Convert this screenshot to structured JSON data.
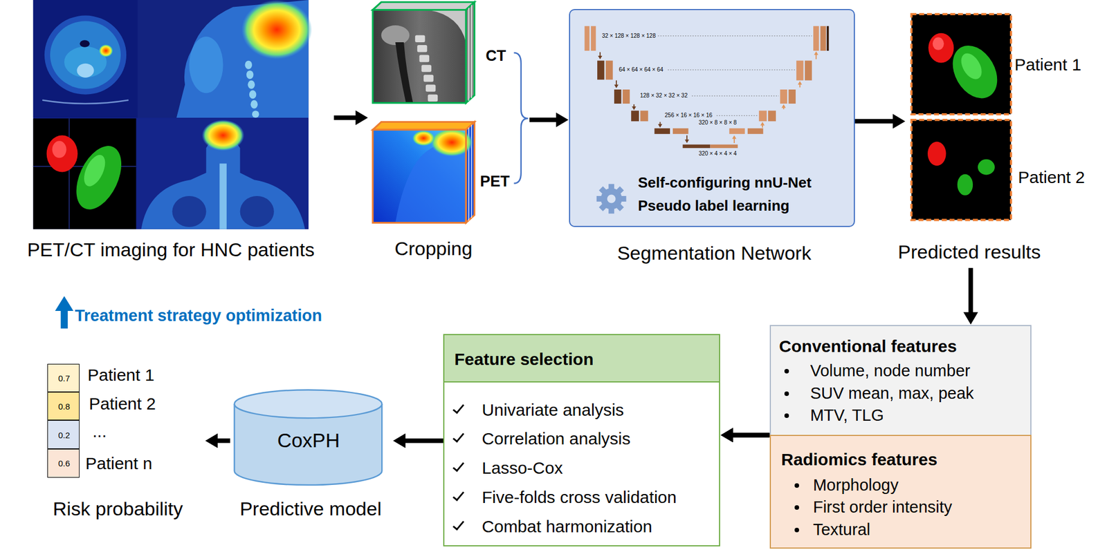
{
  "diagram": {
    "nodes": [
      {
        "text": [
          "PET/CT imaging for HNC patients"
        ]
      },
      {
        "text": [
          "Cropping"
        ]
      },
      {
        "text": [
          "Self-configuring nnU-Net",
          "Pseudo label learning",
          "Segmentation Network"
        ]
      },
      {
        "text": [
          "Predicted results"
        ]
      },
      {
        "text": [
          "Conventional features",
          "Volume, node number",
          "SUV mean, max, peak",
          "MTV, TLG"
        ]
      },
      {
        "text": [
          "Radiomics features",
          "Morphology",
          "First order intensity",
          "Textural"
        ]
      },
      {
        "text": [
          "Feature selection",
          "Univariate analysis",
          "Correlation analysis",
          "Lasso-Cox",
          "Five-folds cross validation",
          "Combat harmonization"
        ]
      },
      {
        "text": [
          "CoxPH",
          "Predictive model"
        ]
      },
      {
        "text": [
          "Risk probability"
        ]
      },
      {
        "text": [
          "0.7"
        ],
        "in": 8
      },
      {
        "text": [
          "0.8"
        ],
        "in": 8
      },
      {
        "text": [
          "0.2"
        ],
        "in": 8
      },
      {
        "text": [
          "0.6"
        ],
        "in": 8
      }
    ],
    "edges": [
      {
        "from": 0,
        "to": 1,
        "arrow": "to"
      },
      {
        "from": 1,
        "to": 2,
        "arrow": "to"
      },
      {
        "from": 2,
        "to": 3,
        "arrow": "to"
      },
      {
        "from": 3,
        "to": 4,
        "arrow": "to"
      },
      {
        "from": 4,
        "to": 6,
        "arrow": "to"
      },
      {
        "from": 5,
        "to": 6,
        "arrow": "to"
      },
      {
        "from": 6,
        "to": 7,
        "arrow": "to"
      },
      {
        "from": 7,
        "to": 8,
        "arrow": "to"
      }
    ],
    "labels": [
      "CT",
      "PET",
      "32 × 128 × 128 × 128",
      "64 × 64 × 64 × 64",
      "128 × 32 × 32 × 32",
      "256 × 16 × 16 × 16",
      "320 × 8 × 8 × 8",
      "320 × 4 × 4 × 4",
      "Patient 1",
      "Patient 2",
      "Treatment strategy optimization",
      "Patient 1",
      "Patient 2",
      "...",
      "Patient n"
    ]
  }
}
